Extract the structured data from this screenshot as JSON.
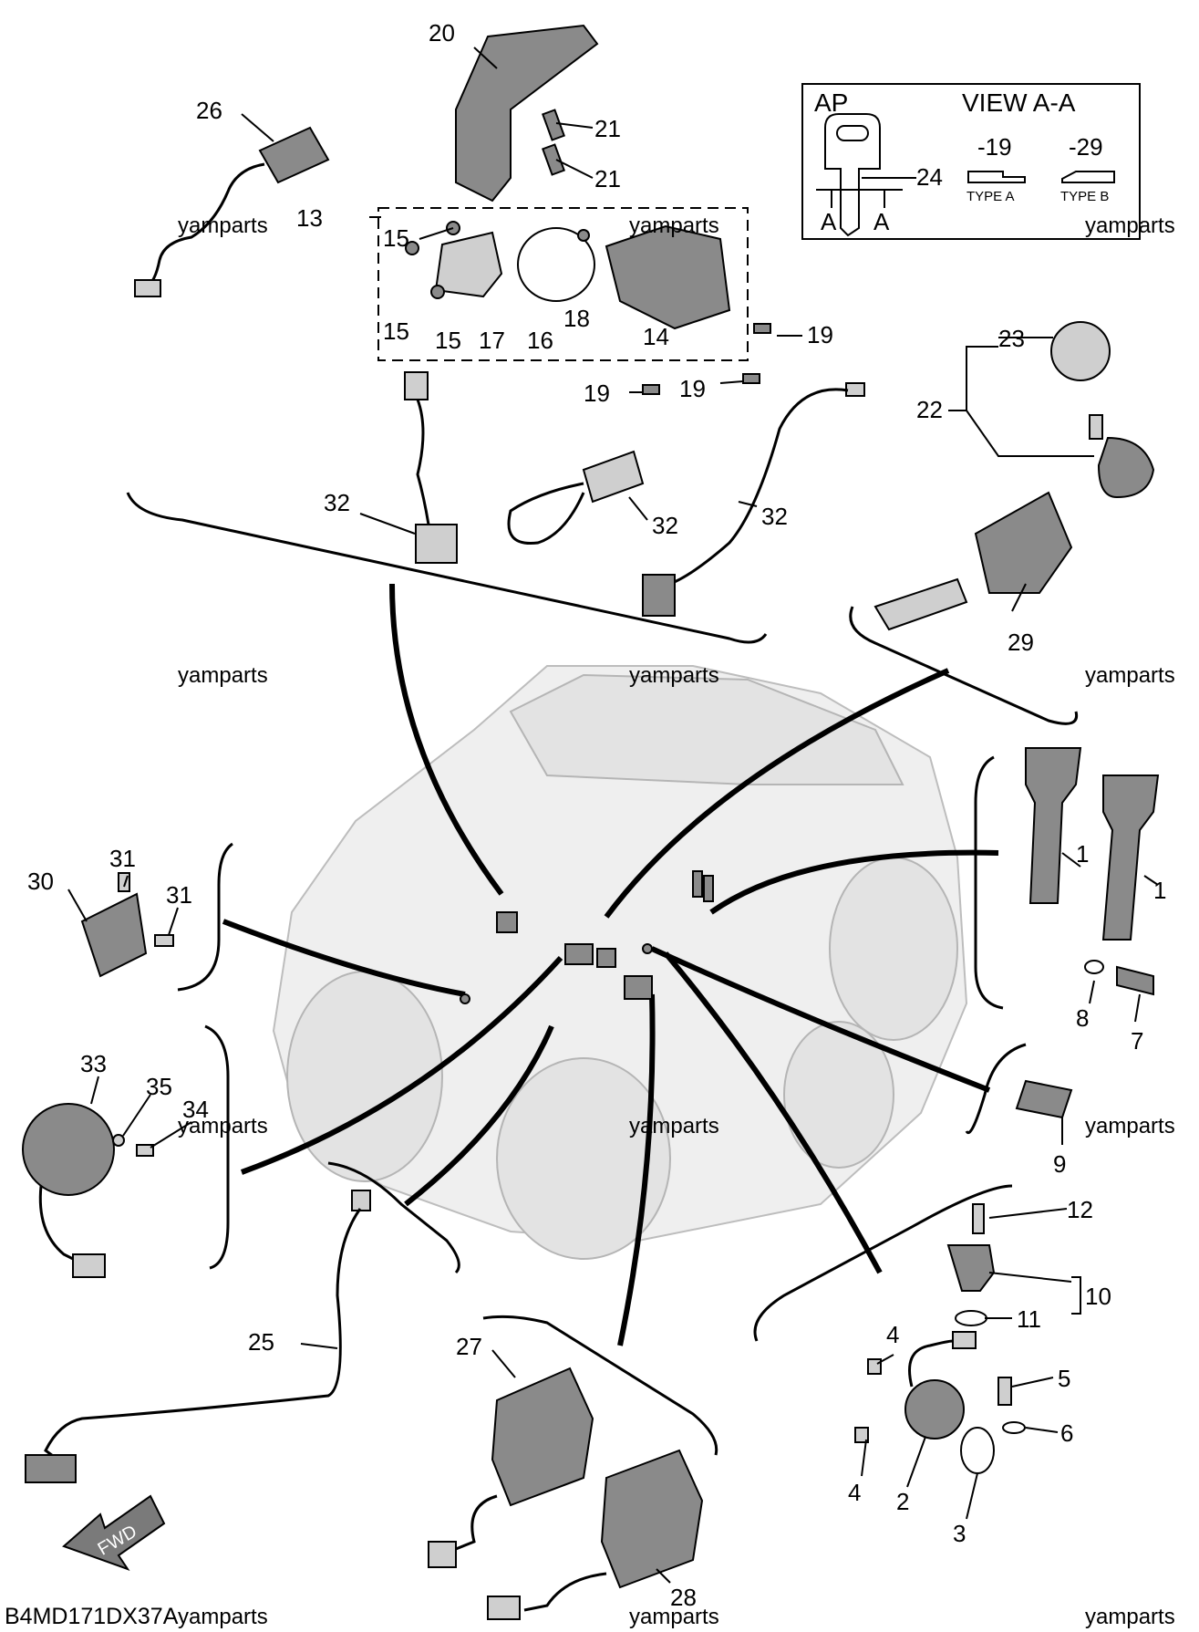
{
  "diagram_code": "B4MD171DX37A",
  "watermark": "yamparts",
  "view_box": {
    "ap_label": "AP",
    "view_title": "VIEW A-A",
    "type_a_code": "-19",
    "type_b_code": "-29",
    "type_a_label": "TYPE A",
    "type_b_label": "TYPE B",
    "section_letter": "A"
  },
  "fwd_label": "FWD",
  "callouts": {
    "c1": "1",
    "c2": "2",
    "c3": "3",
    "c4": "4",
    "c5": "5",
    "c6": "6",
    "c7": "7",
    "c8": "8",
    "c9": "9",
    "c10": "10",
    "c11": "11",
    "c12": "12",
    "c13": "13",
    "c14": "14",
    "c15": "15",
    "c16": "16",
    "c17": "17",
    "c18": "18",
    "c19": "19",
    "c20": "20",
    "c21": "21",
    "c22": "22",
    "c23": "23",
    "c24": "24",
    "c25": "25",
    "c26": "26",
    "c27": "27",
    "c28": "28",
    "c29": "29",
    "c30": "30",
    "c31": "31",
    "c32": "32",
    "c33": "33",
    "c34": "34",
    "c35": "35"
  }
}
